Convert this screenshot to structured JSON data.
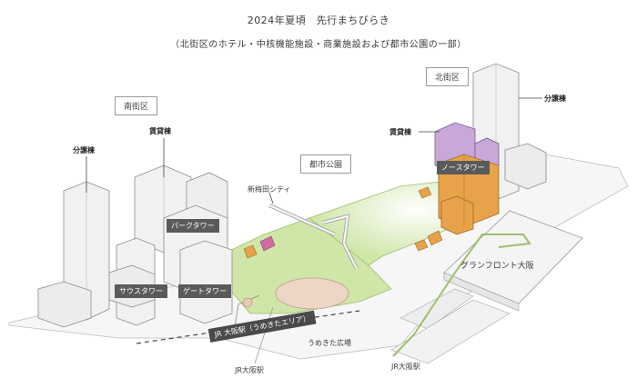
{
  "header": {
    "title": "2024年夏頃　先行まちびらき",
    "subtitle": "（北街区のホテル・中核機能施設・商業施設および都市公園の一部）"
  },
  "districts": {
    "south": "南街区",
    "north": "北街区",
    "park": "都市公園"
  },
  "buildings": {
    "south_condo": "分譲棟",
    "south_rental": "賃貸棟",
    "park_tower": "パークタワー",
    "south_tower": "サウスタワー",
    "gate_tower": "ゲートタワー",
    "north_rental": "賃貸棟",
    "north_condo": "分譲棟",
    "north_tower": "ノースタワー",
    "grand_front": "グランフロント大阪"
  },
  "places": {
    "shin_umeda": "新梅田シティ",
    "umekita_plaza": "うめきた広場",
    "jr_station_umekita": "JR 大阪駅（うめきたエリア）",
    "jr_osaka_south": "JR大阪駅",
    "jr_osaka_east": "JR大阪駅"
  },
  "colors": {
    "early_opening_hotel_office": "#e8a24a",
    "early_opening_rental": "#c8a8d8",
    "park_green": "#cfe6a8",
    "building_gray": "#f1f1f1"
  }
}
